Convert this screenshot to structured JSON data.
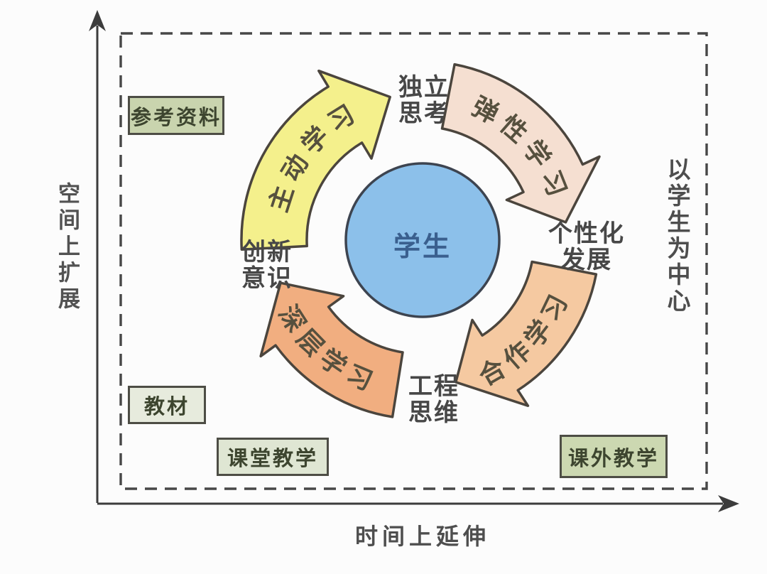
{
  "diagram": {
    "background": "#fcfcfc",
    "axes": {
      "y_label": "空间上扩展",
      "x_label": "时间上延伸",
      "color": "#3c3c3c"
    },
    "boundary_note": "以学生为中心",
    "center": {
      "label": "学生",
      "fill": "#8cc0ea",
      "text_color": "#3a5f8e"
    },
    "cycle_arrows": [
      {
        "id": "active-learning",
        "label": "主动学习",
        "fill": "#f4f08c"
      },
      {
        "id": "flexible-learning",
        "label": "弹性学习",
        "fill": "#f5dfd1"
      },
      {
        "id": "cooperative-learning",
        "label": "合作学习",
        "fill": "#f5c9a1"
      },
      {
        "id": "deep-learning",
        "label": "深层学习",
        "fill": "#f1ae80"
      }
    ],
    "nodes": [
      {
        "id": "independent-thinking",
        "line1": "独立",
        "line2": "思考"
      },
      {
        "id": "personalized-development",
        "line1": "个性化",
        "line2": "发展"
      },
      {
        "id": "engineering-thinking",
        "line1": "工程",
        "line2": "思维"
      },
      {
        "id": "innovation-awareness",
        "line1": "创新",
        "line2": "意识"
      }
    ],
    "boxes": [
      {
        "id": "reference-materials",
        "label": "参考资料",
        "fill": "#c9d4ae"
      },
      {
        "id": "textbook",
        "label": "教材",
        "fill": "#e7ebdd"
      },
      {
        "id": "classroom-teaching",
        "label": "课堂教学",
        "fill": "#dfe6d3"
      },
      {
        "id": "extracurricular-teaching",
        "label": "课外教学",
        "fill": "#ccd8b1"
      }
    ]
  }
}
